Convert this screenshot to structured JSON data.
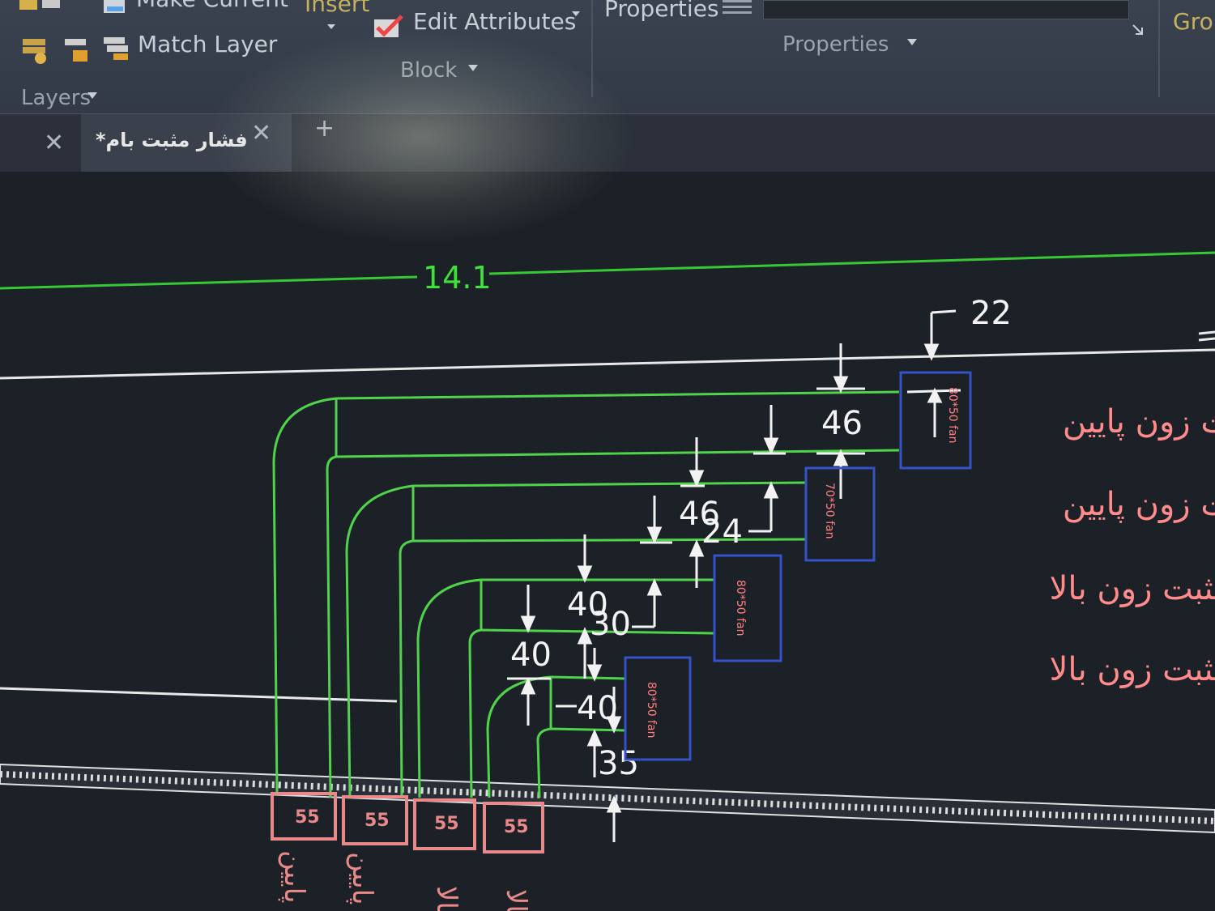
{
  "ribbon": {
    "make_current": "Make Current",
    "match_layer": "Match Layer",
    "layers_group": "Layers",
    "insert_label": "Insert",
    "edit_attributes": "Edit Attributes",
    "block_group": "Block",
    "properties_top": "Properties",
    "properties_group": "Properties",
    "groups_label": "Gro"
  },
  "tabs": [
    {
      "label": "فشار مثبت بام*"
    }
  ],
  "drawing": {
    "level_label": "14.1",
    "dims": {
      "d22": "22",
      "d46a": "46",
      "d46b": "46",
      "d24": "24",
      "d40a": "40",
      "d30": "30",
      "d40b": "40",
      "d40c": "40",
      "d35": "35"
    },
    "boxes": [
      "80*50 fan",
      "70*50 fan",
      "80*50 fan",
      "80*50 fan"
    ],
    "pipes": [
      "55",
      "55",
      "55",
      "55"
    ],
    "labels_right": [
      "ت زون پایین",
      "ت زون پایین",
      "مثبت زون بالا",
      "مثبت زون بالا"
    ],
    "labels_bottom": [
      "پایین",
      "پایین",
      "بالا",
      "بالا"
    ]
  },
  "colors": {
    "canvas": "#1c2027",
    "green": "#4fd34a",
    "level_green": "#3ee23a",
    "dim_white": "#f2f2f2",
    "box_blue": "#3552c8",
    "text_red": "#ff8c8c",
    "pipe_pink": "#e88a8a"
  }
}
